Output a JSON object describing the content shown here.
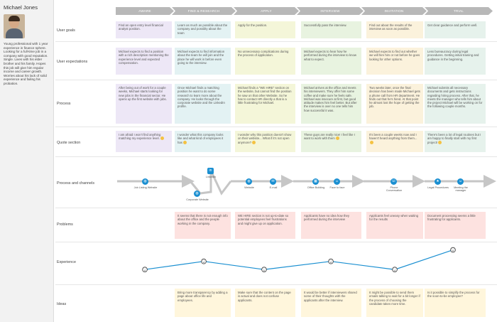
{
  "persona": {
    "name": "Michael Jones",
    "bio": "Young professional with 1 year experience in finance sphere. Looking for a full-time job in a company with good reputation. Single. Lives with his elder brother and his family. Hopes this job will give him regular income and career growth. Worries about his lack of solid experience and failing his probation."
  },
  "phases": [
    "AWARE",
    "FIND & RESEARCH",
    "APPLY",
    "INTERVIEW",
    "INVITATION",
    "TRIAL"
  ],
  "rows": {
    "user_goals": "User goals",
    "user_expectations": "User expectations",
    "process": "Process",
    "quote_section": "Quote section",
    "process_channels": "Process and channels",
    "problems": "Problems",
    "experience": "Experience",
    "ideas": "Ideas"
  },
  "goals": [
    "Find an open entry level financial analyst position.",
    "Learn as much as possible about the company and possibly about the team",
    "Apply for the position.",
    "Successfully pass the interview.",
    "Find out about the results of the interview as soon as possible.",
    "Get clear guidance and perform well."
  ],
  "expectations": [
    "Michael expects to find a position with a rich description mentioning the experience level and expected compensation.",
    "Michael expects to find information about the team he will join and the place he will work in before even going to the interview.",
    "No unnecessary complications during the process of application.",
    "Michael expects to hear how he performed during the interview to know what to expect.",
    "Michael expects to find out whether we will hire him or not before he goes looking for other options.",
    "Less bureaucracy during legal procedures. Getting initial training and guidance in the beginning."
  ],
  "process": [
    "After being out of work for a couple weeks, Michael starts looking for new jobs in the financial sector. He opens up the first website with jobs.",
    "Once Michael finds a matching position he want to do some research to learn more about the company. He looks through the corporate website and the LinkedIn profile.",
    "Michael finds a \"WE HIRE\" section on the website, but cannot find the position he saw on that other Website. So he has to contact HR directly a that is a little frustrating for Michael.",
    "Michael arrives at the office and meets his interviewers. They offer him some coffee and make sure he feels safe. Michael was insecure at first, but good attitude makes him feel better. But after the interview is over no one tells him how successful it was.",
    "Two weeks later, once the final decision has been made Michael gets a phone call from HR department. He finds out that he's hired. At that point he almost lost the hope of getting the job.",
    "Michael submits all necessary documents and gets instructions regarding hiring process. After that, he meets the manager who tells him about the project Michael will be working on for the following couple months."
  ],
  "quotes": [
    "I am afraid I won't find anything matching my experience level.",
    "I wonder what this company looks like and what kind of employees it has",
    "I wonder why this position doesn't show on their website... What if it's not open anymore?",
    "These guys are really nice! I feel like I want to work with them",
    "It's been a couple weeks now and I haven't heard anything from them...",
    "There's been a lot of legal routines but I am happy to finally start with my first project!"
  ],
  "channels": [
    {
      "label": "Job Listing Website",
      "icon": "globe-icon"
    },
    {
      "label": "Corporate Website",
      "icon": "globe-icon"
    },
    {
      "label": "LinkedIn",
      "icon": "linkedin-icon"
    },
    {
      "label": "Website",
      "icon": "globe-icon"
    },
    {
      "label": "E-mail",
      "icon": "mail-icon"
    },
    {
      "label": "Office Building",
      "icon": "building-icon"
    },
    {
      "label": "Face to face",
      "icon": "people-icon"
    },
    {
      "label": "Phone Conversation",
      "icon": "phone-icon"
    },
    {
      "label": "Legal Procedures",
      "icon": "star-icon"
    },
    {
      "label": "Meeting the manager",
      "icon": "people-icon"
    }
  ],
  "problems": [
    "",
    "It seems that there is not enough info about the office and the people working in the company.",
    "WE HIRE section is not up-to-date so potential employees feel frustrations and might give up on application.",
    "Applicants have no idea how they performed during the interview",
    "Applicants feel uneasy when waiting for the results",
    "Document processing seems a little frustrating for applicants."
  ],
  "experience_levels": [
    0.3,
    0.55,
    0.3,
    0.55,
    0.3,
    0.9
  ],
  "ideas": [
    "",
    "Bring more transparency by adding a page about office life and employees.",
    "Make sure that the content on the page is actual and does not confuse applicants.",
    "It would be better if interviewers shared some of their thoughts with the applicants after the interview.",
    "It might be possible to send them emails talking to wait for a bit longer if the process of choosing the candidate takes more time.",
    "Is it possible to simplify the process for the soon-to-be employee?"
  ],
  "colors": {
    "phase_bg": "#b8b8b8",
    "accent_blue": "#1a8fd1",
    "arrow_gray": "#c6c6c6"
  }
}
